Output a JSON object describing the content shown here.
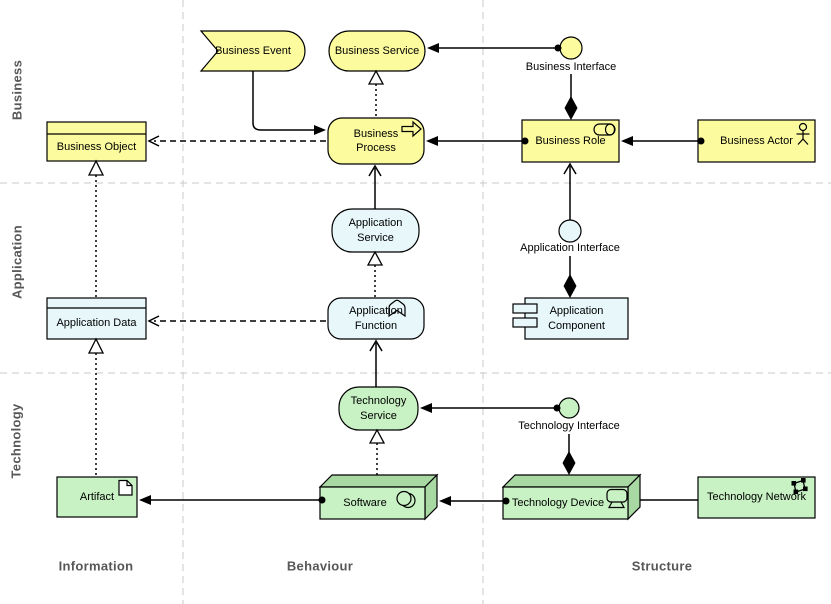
{
  "layers": {
    "business": "Business",
    "application": "Application",
    "technology": "Technology"
  },
  "columns": {
    "information": "Information",
    "behaviour": "Behaviour",
    "structure": "Structure"
  },
  "elements": {
    "business_event": "Business Event",
    "business_service": "Business Service",
    "business_interface": "Business Interface",
    "business_object": "Business Object",
    "business_process": "Business Process",
    "business_role": "Business Role",
    "business_actor": "Business Actor",
    "application_service": "Application Service",
    "application_interface": "Application Interface",
    "application_data": "Application Data",
    "application_function": "Application Function",
    "application_component": "Application Component",
    "technology_service": "Technology Service",
    "technology_interface": "Technology Interface",
    "artifact": "Artifact",
    "software": "Software",
    "technology_device": "Technology Device",
    "technology_network": "Technology Network"
  },
  "icons": {
    "business_process": "process-arrow-icon",
    "business_role": "role-cylinder-icon",
    "business_actor": "actor-figure-icon",
    "application_function": "function-chevron-icon",
    "application_component": "component-tabs-icon",
    "artifact": "artifact-document-icon",
    "software": "software-circles-icon",
    "technology_device": "device-monitor-icon",
    "technology_network": "network-nodes-icon"
  },
  "colors": {
    "business_fill": "#fcfc9f",
    "application_fill": "#e7f7fa",
    "technology_fill": "#c8f2c3",
    "node_side_fill": "#a8d9a3",
    "stroke": "#000000",
    "grid": "#c9c9c9",
    "heading_text": "#575757"
  },
  "relationships": [
    {
      "from": "business_interface",
      "to": "business_service",
      "type": "assignment"
    },
    {
      "from": "business_interface",
      "to": "business_role",
      "type": "composition"
    },
    {
      "from": "business_actor",
      "to": "business_role",
      "type": "assignment"
    },
    {
      "from": "business_role",
      "to": "business_process",
      "type": "assignment"
    },
    {
      "from": "business_event",
      "to": "business_process",
      "type": "triggering"
    },
    {
      "from": "business_process",
      "to": "business_object",
      "type": "access"
    },
    {
      "from": "business_process",
      "to": "business_service",
      "type": "realization"
    },
    {
      "from": "application_service",
      "to": "business_process",
      "type": "serving"
    },
    {
      "from": "application_function",
      "to": "application_service",
      "type": "realization"
    },
    {
      "from": "application_interface",
      "to": "business_role",
      "type": "serving"
    },
    {
      "from": "application_interface",
      "to": "application_component",
      "type": "composition"
    },
    {
      "from": "application_function",
      "to": "application_data",
      "type": "access"
    },
    {
      "from": "application_data",
      "to": "business_object",
      "type": "realization"
    },
    {
      "from": "technology_service",
      "to": "application_function",
      "type": "serving"
    },
    {
      "from": "technology_interface",
      "to": "technology_service",
      "type": "assignment"
    },
    {
      "from": "technology_interface",
      "to": "technology_device",
      "type": "composition"
    },
    {
      "from": "software",
      "to": "technology_service",
      "type": "realization"
    },
    {
      "from": "technology_device",
      "to": "software",
      "type": "assignment"
    },
    {
      "from": "software",
      "to": "artifact",
      "type": "assignment"
    },
    {
      "from": "artifact",
      "to": "application_data",
      "type": "realization"
    },
    {
      "from": "technology_device",
      "to": "technology_network",
      "type": "association"
    }
  ]
}
